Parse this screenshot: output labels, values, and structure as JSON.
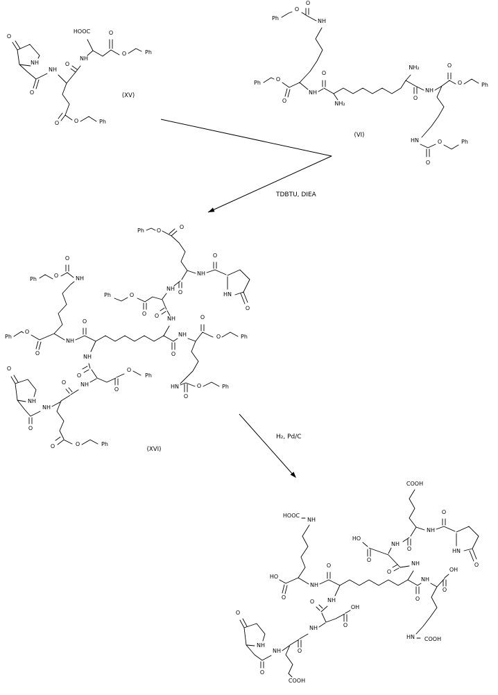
{
  "scheme": {
    "step1_reagents": "TDBTU, DIEA",
    "step2_reagents": "H₂, Pd/C"
  },
  "compounds": {
    "xv": {
      "label": "(XV)",
      "atoms": {
        "ring_o": "O",
        "ring_nh": "NH",
        "amide1_o": "O",
        "amide1_nh": "NH",
        "ester1_co": "O",
        "ester1_o": "O",
        "ester1_ph": "Ph",
        "amide2_o": "O",
        "amide2_nh": "NH",
        "acid": "HOOC",
        "ester2_co": "O",
        "ester2_o": "O",
        "ester2_ph": "Ph"
      }
    },
    "vi": {
      "label": "(VI)",
      "atoms": {
        "cbz1_ph": "Ph",
        "cbz1_o": "O",
        "cbz1_co": "O",
        "cbz1_nh": "NH",
        "ester_l_ph": "Ph",
        "ester_l_o": "O",
        "ester_l_co": "O",
        "amide_l_nh": "NH",
        "amide_l_o": "O",
        "amine1": "NH₂",
        "amine2": "NH₂",
        "amide_r_o": "O",
        "amide_r_nh": "NH",
        "ester_r_co": "O",
        "ester_r_o": "O",
        "ester_r_ph": "Ph",
        "cbz2_hn": "HN",
        "cbz2_o": "O",
        "cbz2_co": "O",
        "cbz2_ph": "Ph"
      }
    },
    "xvi": {
      "label": "(XVI)",
      "atoms": {
        "ester_l_ph": "Ph",
        "ester_l_o": "O",
        "ester_l_co": "O",
        "cbz1_ph": "Ph",
        "cbz1_o": "O",
        "cbz1_co": "O",
        "cbz1_nh": "NH",
        "amide1_nh": "NH",
        "amide1_o": "O",
        "amide2_nh": "NH",
        "amide3_nh": "NH",
        "amide4_o": "O",
        "amide4_nh": "NH",
        "ester_r_co": "O",
        "ester_r_o": "O",
        "ester_r_ph": "Ph",
        "cbz2_hn": "HN",
        "cbz2_co": "O",
        "cbz2_o": "O",
        "cbz2_ph": "Ph",
        "glu1_ph": "Ph",
        "glu1_o": "O",
        "glu1_co": "O",
        "pyr1_amide_o": "O",
        "glu1_nh": "NH",
        "pyr1_hn": "HN",
        "pyr1_o": "O",
        "glu1_amide_o": "O",
        "asp1_nh": "NH",
        "asp1_co": "O",
        "asp1_o": "O",
        "asp1_ph": "Ph",
        "asp1_amide_o": "O",
        "pyr2_o": "O",
        "pyr2_nh": "NH",
        "pyr2_amide_o": "O",
        "glu2_nh": "NH",
        "glu2_co": "O",
        "glu2_o": "O",
        "glu2_ph": "Ph",
        "glu2_amide_o": "O",
        "asp2_nh": "NH",
        "asp2_co": "O",
        "asp2_o": "O",
        "asp2_ph": "Ph",
        "asp2_amide_o": "O"
      }
    },
    "product": {
      "atoms": {
        "acid_l_ho": "HO",
        "acid_l_o": "O",
        "lys1_hooc": "HOOC",
        "lys1_nh": "NH",
        "amide1_nh": "NH",
        "amide1_o": "O",
        "amide2_nh": "NH",
        "amide3_nh": "NH",
        "amide4_o": "O",
        "amide4_nh": "NH",
        "acid_r_o": "O",
        "acid_r_oh": "OH",
        "lys2_hn": "HN",
        "lys2_cooh": "COOH",
        "glu1_cooh": "COOH",
        "glu1_nh": "NH",
        "pyr1_amide_o": "O",
        "pyr1_hn": "HN",
        "pyr1_o": "O",
        "glu1_amide_o": "O",
        "asp1_nh": "NH",
        "asp1_ho": "HO",
        "asp1_o": "O",
        "asp1_amide_o": "O",
        "pyr2_o": "O",
        "pyr2_nh": "NH",
        "pyr2_amide_o": "O",
        "glu2_nh": "NH",
        "glu2_cooh": "COOH",
        "glu2_co": "O",
        "asp2_nh": "NH",
        "asp2_co": "O",
        "asp2_oh": "OH",
        "asp2_amide_o": "O"
      }
    }
  }
}
